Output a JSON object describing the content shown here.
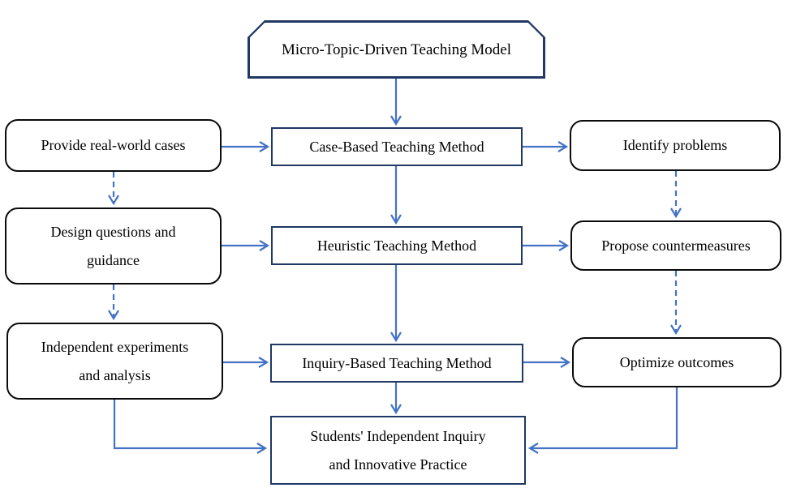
{
  "diagram": {
    "title": "Micro-Topic-Driven Teaching Model flowchart",
    "colors": {
      "arrow": "#4472C4",
      "center_box_border": "#1F3864",
      "side_box_border": "#000000",
      "background": "#FFFFFF",
      "text": "#000000"
    },
    "nodes": {
      "model": {
        "lines": [
          "Micro-Topic-Driven Teaching Model"
        ]
      },
      "provide_cases": {
        "lines": [
          "Provide real-world cases"
        ]
      },
      "design_questions": {
        "lines": [
          "Design questions and",
          "guidance"
        ]
      },
      "independent_experiments": {
        "lines": [
          "Independent experiments",
          "and analysis"
        ]
      },
      "case_based": {
        "lines": [
          "Case-Based Teaching Method"
        ]
      },
      "heuristic": {
        "lines": [
          "Heuristic Teaching Method"
        ]
      },
      "inquiry_based": {
        "lines": [
          "Inquiry-Based Teaching Method"
        ]
      },
      "students_inquiry": {
        "lines": [
          "Students' Independent Inquiry",
          "and Innovative Practice"
        ]
      },
      "identify_problems": {
        "lines": [
          "Identify problems"
        ]
      },
      "propose_countermeasures": {
        "lines": [
          "Propose countermeasures"
        ]
      },
      "optimize_outcomes": {
        "lines": [
          "Optimize outcomes"
        ]
      }
    },
    "edges": [
      {
        "from": "model",
        "to": "case_based",
        "style": "solid"
      },
      {
        "from": "case_based",
        "to": "heuristic",
        "style": "solid"
      },
      {
        "from": "heuristic",
        "to": "inquiry_based",
        "style": "solid"
      },
      {
        "from": "inquiry_based",
        "to": "students_inquiry",
        "style": "solid"
      },
      {
        "from": "provide_cases",
        "to": "case_based",
        "style": "solid"
      },
      {
        "from": "design_questions",
        "to": "heuristic",
        "style": "solid"
      },
      {
        "from": "independent_experiments",
        "to": "inquiry_based",
        "style": "solid"
      },
      {
        "from": "case_based",
        "to": "identify_problems",
        "style": "solid"
      },
      {
        "from": "heuristic",
        "to": "propose_countermeasures",
        "style": "solid"
      },
      {
        "from": "inquiry_based",
        "to": "optimize_outcomes",
        "style": "solid"
      },
      {
        "from": "provide_cases",
        "to": "design_questions",
        "style": "dashed"
      },
      {
        "from": "design_questions",
        "to": "independent_experiments",
        "style": "dashed"
      },
      {
        "from": "identify_problems",
        "to": "propose_countermeasures",
        "style": "dashed"
      },
      {
        "from": "propose_countermeasures",
        "to": "optimize_outcomes",
        "style": "dashed"
      },
      {
        "from": "independent_experiments",
        "to": "students_inquiry",
        "style": "solid"
      },
      {
        "from": "optimize_outcomes",
        "to": "students_inquiry",
        "style": "solid"
      }
    ]
  }
}
